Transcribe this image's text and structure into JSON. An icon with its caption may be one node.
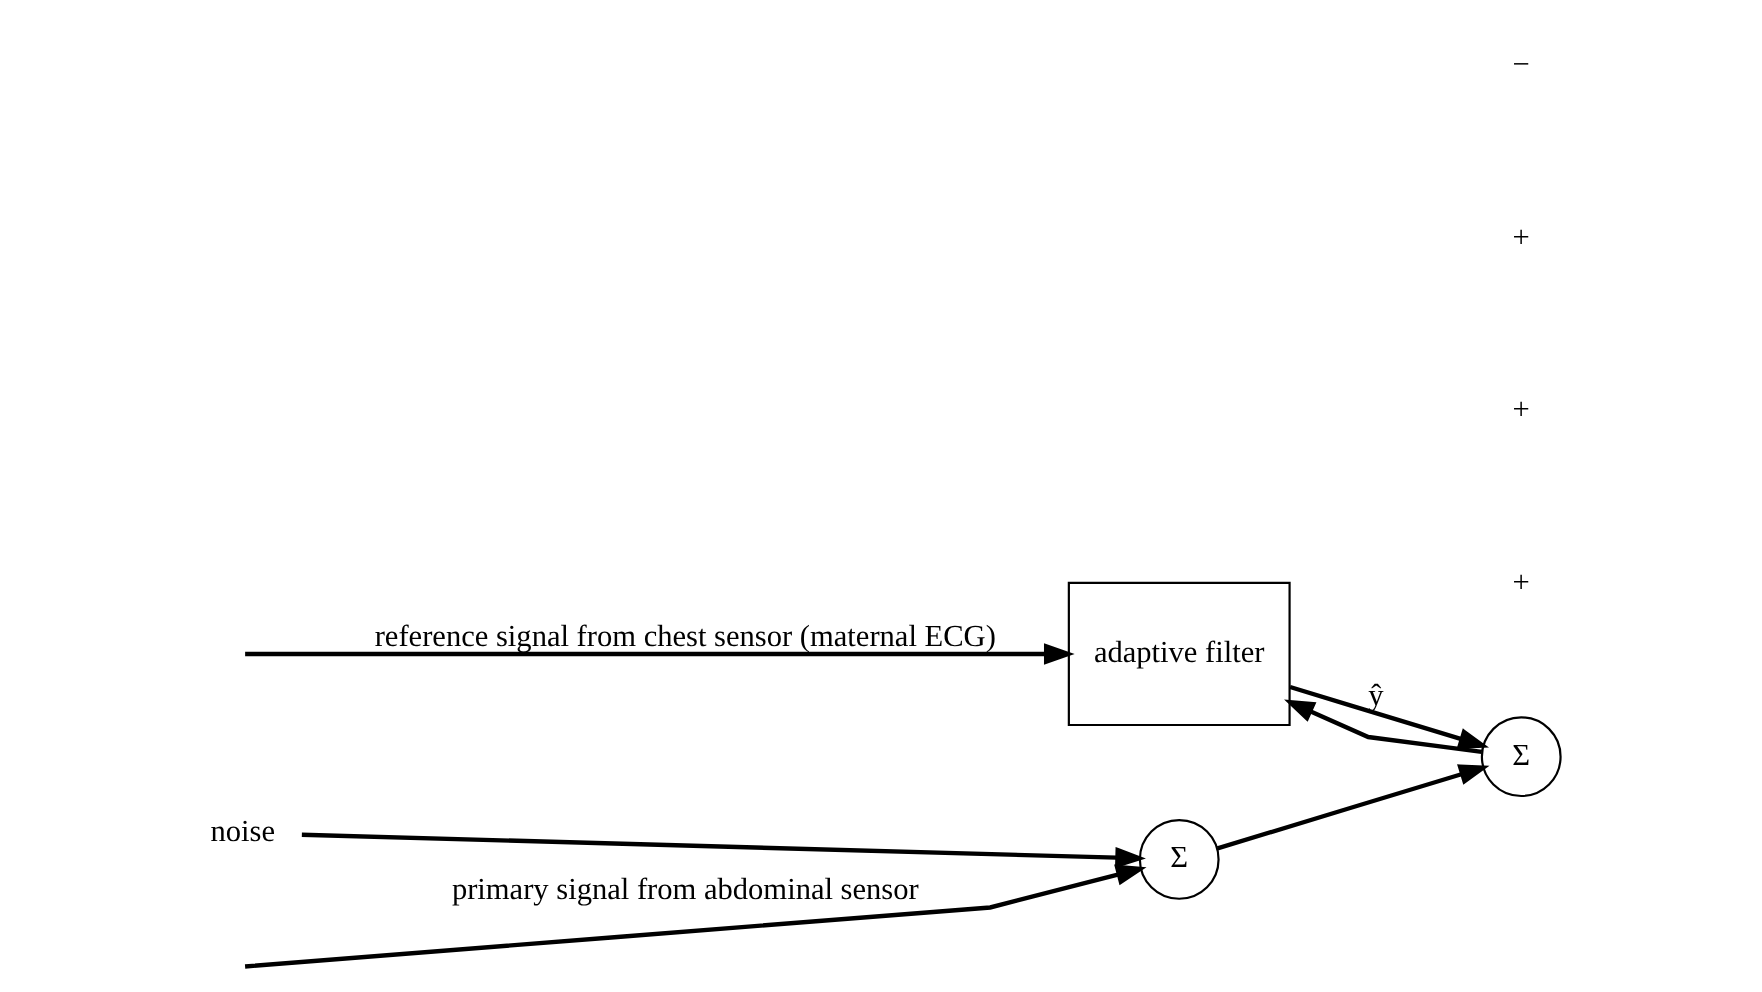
{
  "diagram": {
    "nodes": [
      {
        "text": [
          "noise"
        ]
      },
      {
        "text": [
          "Σ"
        ]
      },
      {
        "text": [
          "adaptive filter"
        ]
      },
      {
        "text": [
          "Σ"
        ]
      }
    ],
    "edges": [
      {
        "from": 0,
        "to": 1,
        "arrow": "to"
      },
      {
        "from": null,
        "to": 1,
        "arrow": "to",
        "label": "primary signal from abdominal sensor"
      },
      {
        "from": null,
        "to": 2,
        "arrow": "to",
        "label": "reference signal from chest sensor (maternal ECG)"
      },
      {
        "from": 1,
        "to": 3,
        "arrow": "to"
      },
      {
        "from": 2,
        "to": 3,
        "arrow": "to",
        "label": "ŷ"
      },
      {
        "from": 3,
        "to": 2,
        "arrow": "to"
      }
    ],
    "labels": [
      "+",
      "+",
      "+",
      "−"
    ]
  }
}
